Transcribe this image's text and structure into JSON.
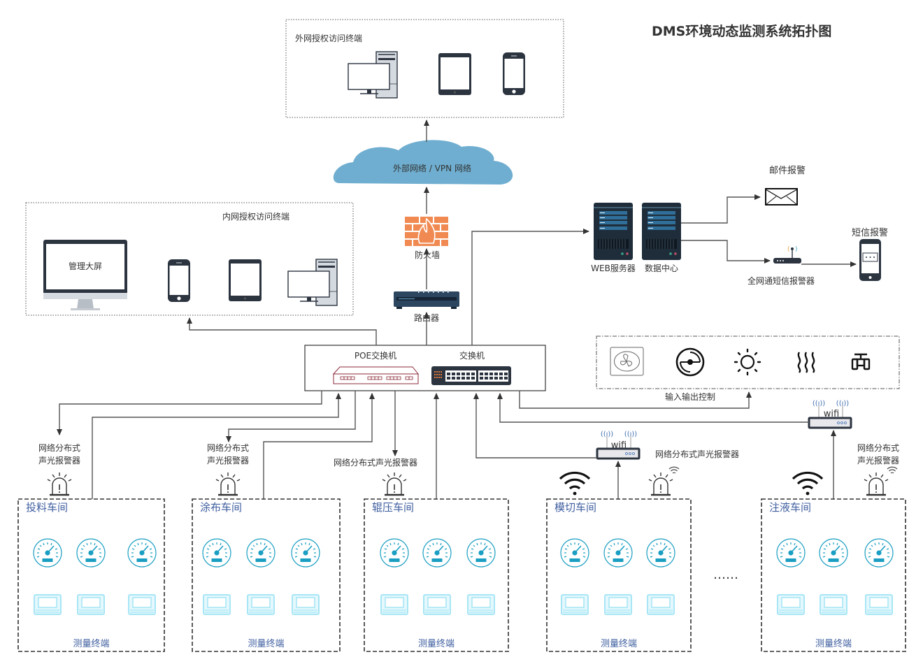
{
  "title": "DMS环境动态监测系统拓扑图",
  "external_terminals": {
    "label": "外网授权访问终端",
    "devices": [
      "desktop-pc",
      "tablet",
      "smartphone"
    ]
  },
  "cloud": {
    "label": "外部网络 / VPN 网络",
    "color": "#6faed0"
  },
  "firewall": {
    "label": "防火墙",
    "color": "#f08a52"
  },
  "router": {
    "label": "路由器"
  },
  "internal_terminals": {
    "label": "内网授权访问终端",
    "big_screen_label": "管理大屏",
    "devices": [
      "big-screen-monitor",
      "smartphone",
      "tablet",
      "desktop-pc"
    ]
  },
  "servers": {
    "web_label": "WEB服务器",
    "datacenter_label": "数据中心"
  },
  "alerts": {
    "email_label": "邮件报警",
    "sms_label": "短信报警",
    "sms_gateway_label": "全网通短信报警器"
  },
  "switches": {
    "poe_label": "POE交换机",
    "switch_label": "交换机",
    "poe_color": "#8b2a3a"
  },
  "io_control": {
    "label": "输入输出控制",
    "devices": [
      "fan-icon",
      "valve-dial-icon",
      "light-icon",
      "heater-icon",
      "pump-valve-icon"
    ]
  },
  "wifi": {
    "label": "wifi"
  },
  "alarm_label_two_line": [
    "网络分布式",
    "声光报警器"
  ],
  "alarm_label_one_line": "网络分布式声光报警器",
  "workshops": [
    {
      "name": "投料车间",
      "footer": "测量终端"
    },
    {
      "name": "涂布车间",
      "footer": "测量终端"
    },
    {
      "name": "辊压车间",
      "footer": "测量终端"
    },
    {
      "name": "模切车间",
      "footer": "测量终端"
    },
    {
      "name": "注液车间",
      "footer": "测量终端"
    }
  ],
  "ellipsis": "……",
  "colors": {
    "gauge": "#1a9ec2",
    "terminal": "#a8e6f5",
    "workshop_text": "#3f5fa0",
    "device_dark": "#2c3440"
  }
}
